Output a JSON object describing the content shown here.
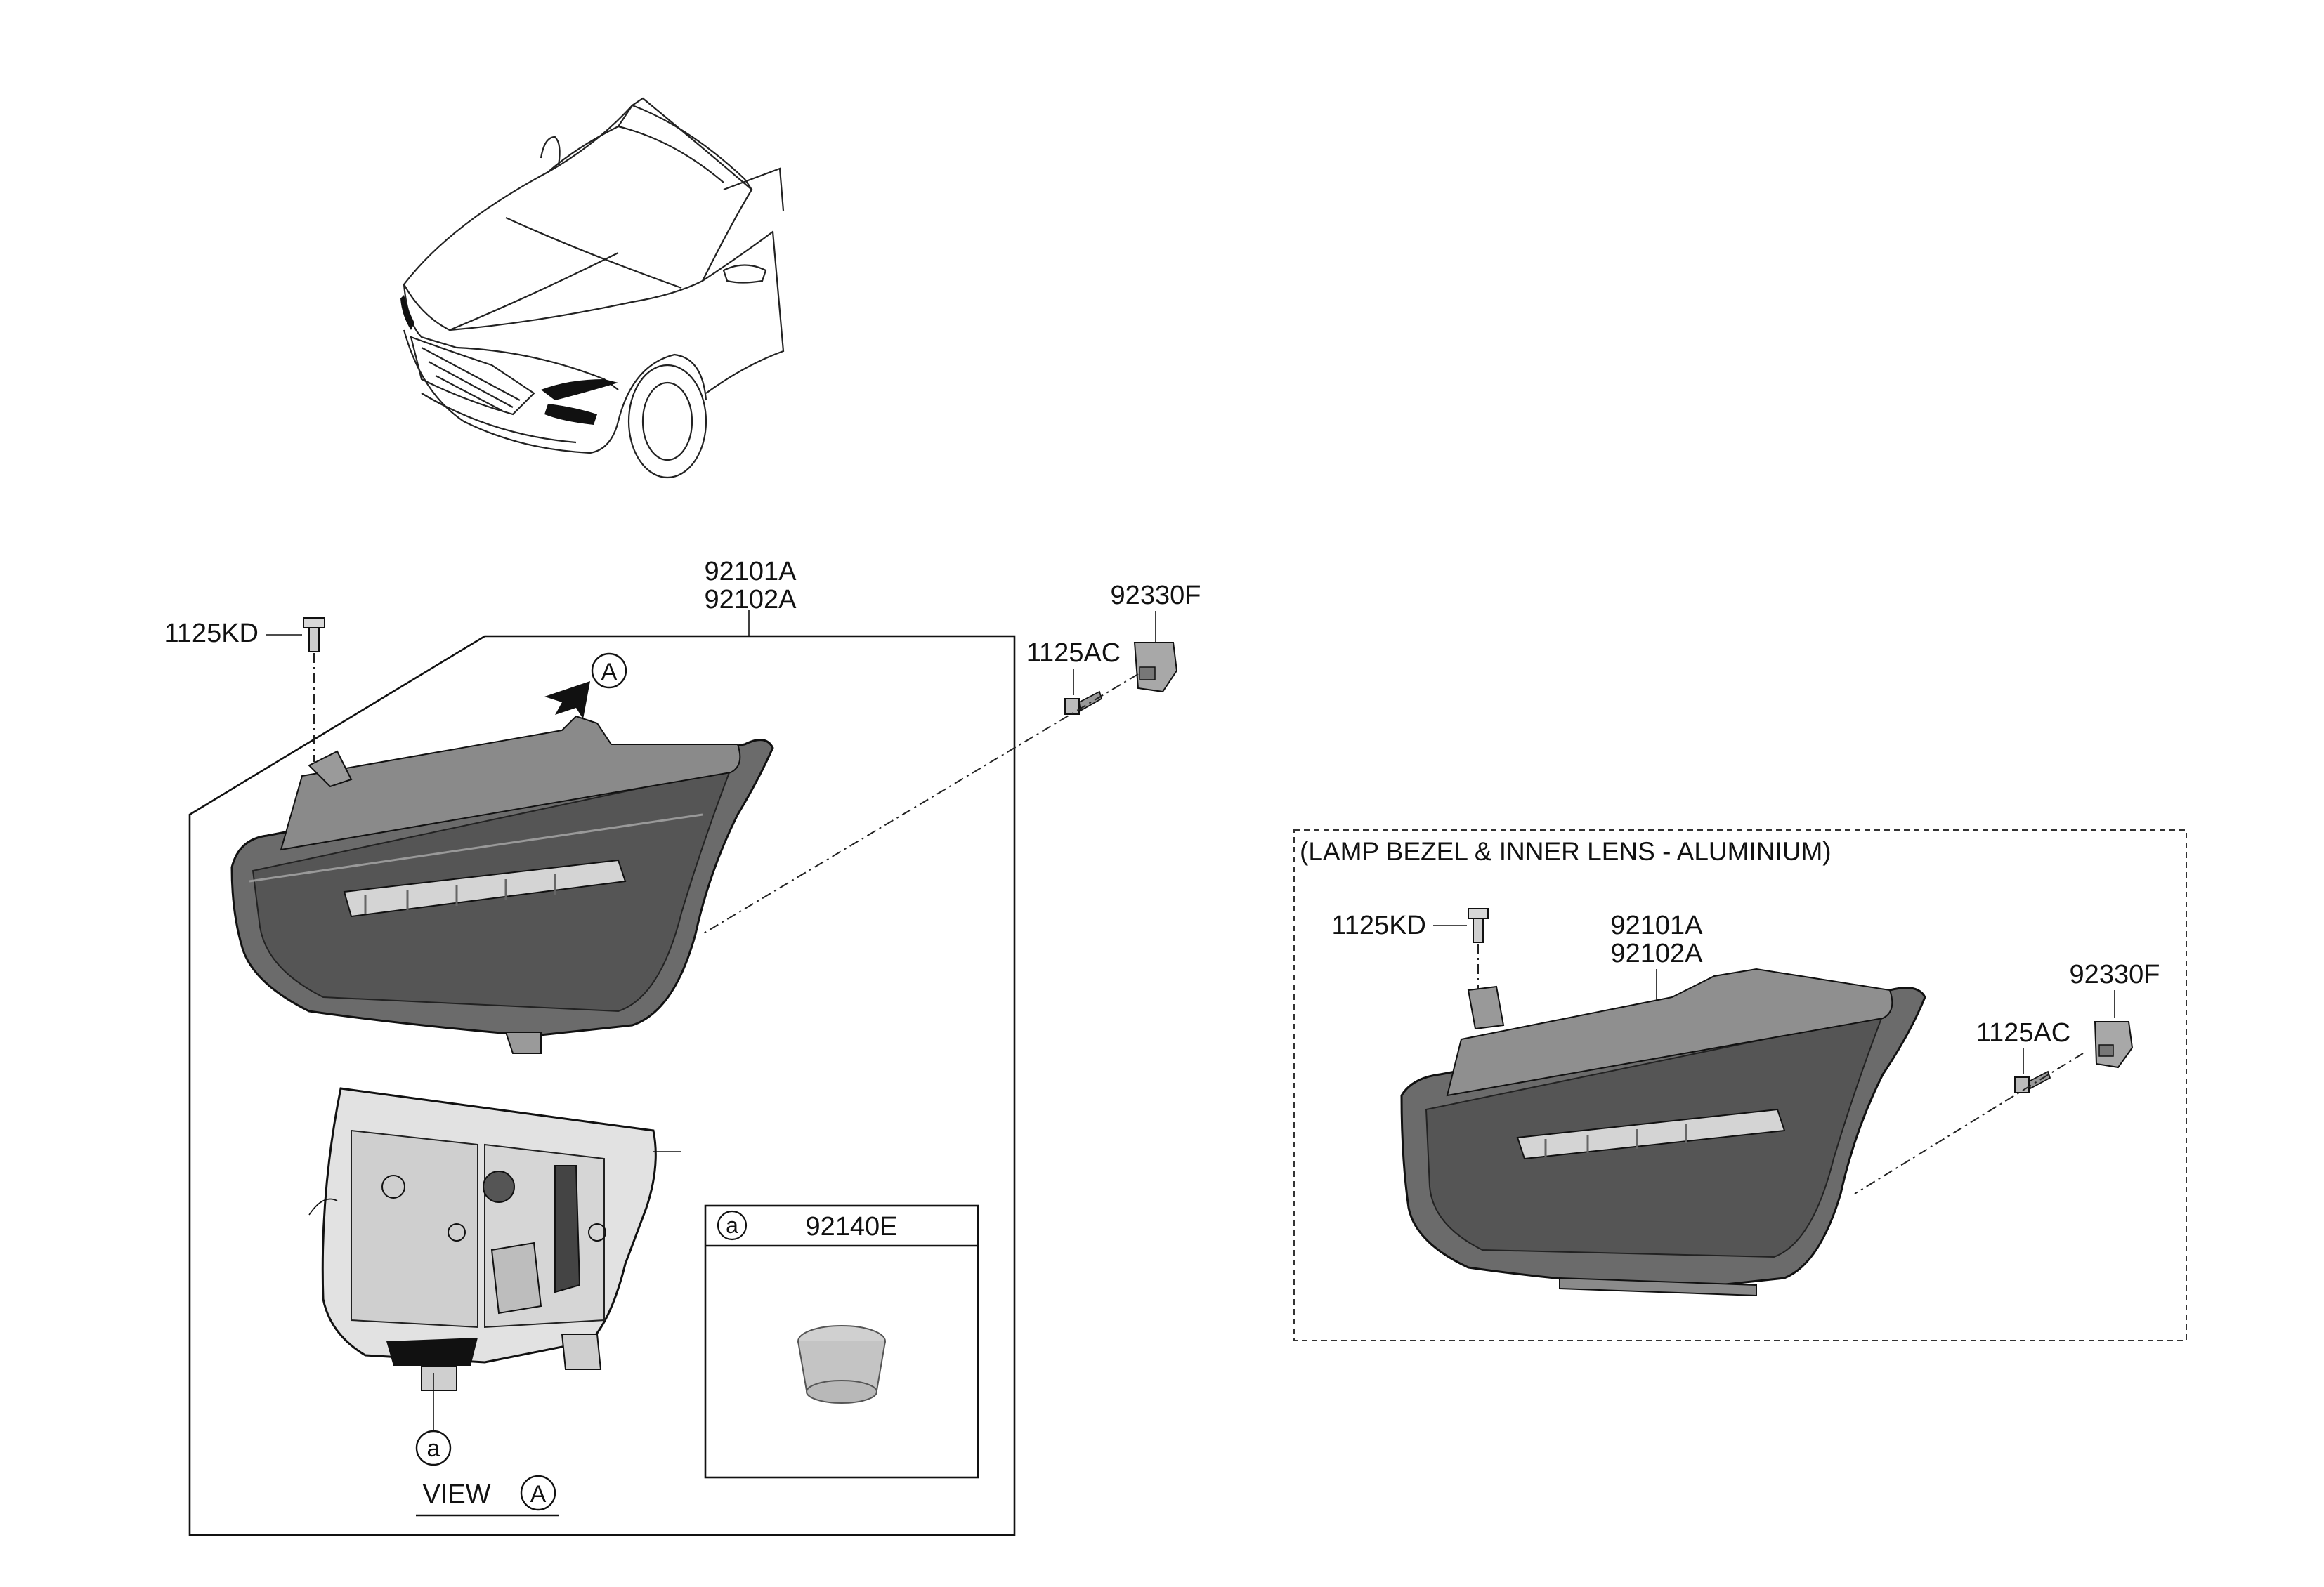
{
  "labels": {
    "main_part_1": "92101A",
    "main_part_2": "92102A",
    "bolt_left": "1125KD",
    "bracket_right": "92330F",
    "screw_right": "1125AC",
    "view_ref_letter": "A",
    "view_label": "VIEW",
    "callout_a": "a",
    "detail_part": "92140E"
  },
  "alt_section": {
    "title": "(LAMP BEZEL & INNER LENS - ALUMINIUM)",
    "main_part_1": "92101A",
    "main_part_2": "92102A",
    "bolt": "1125KD",
    "bracket": "92330F",
    "screw": "1125AC"
  }
}
